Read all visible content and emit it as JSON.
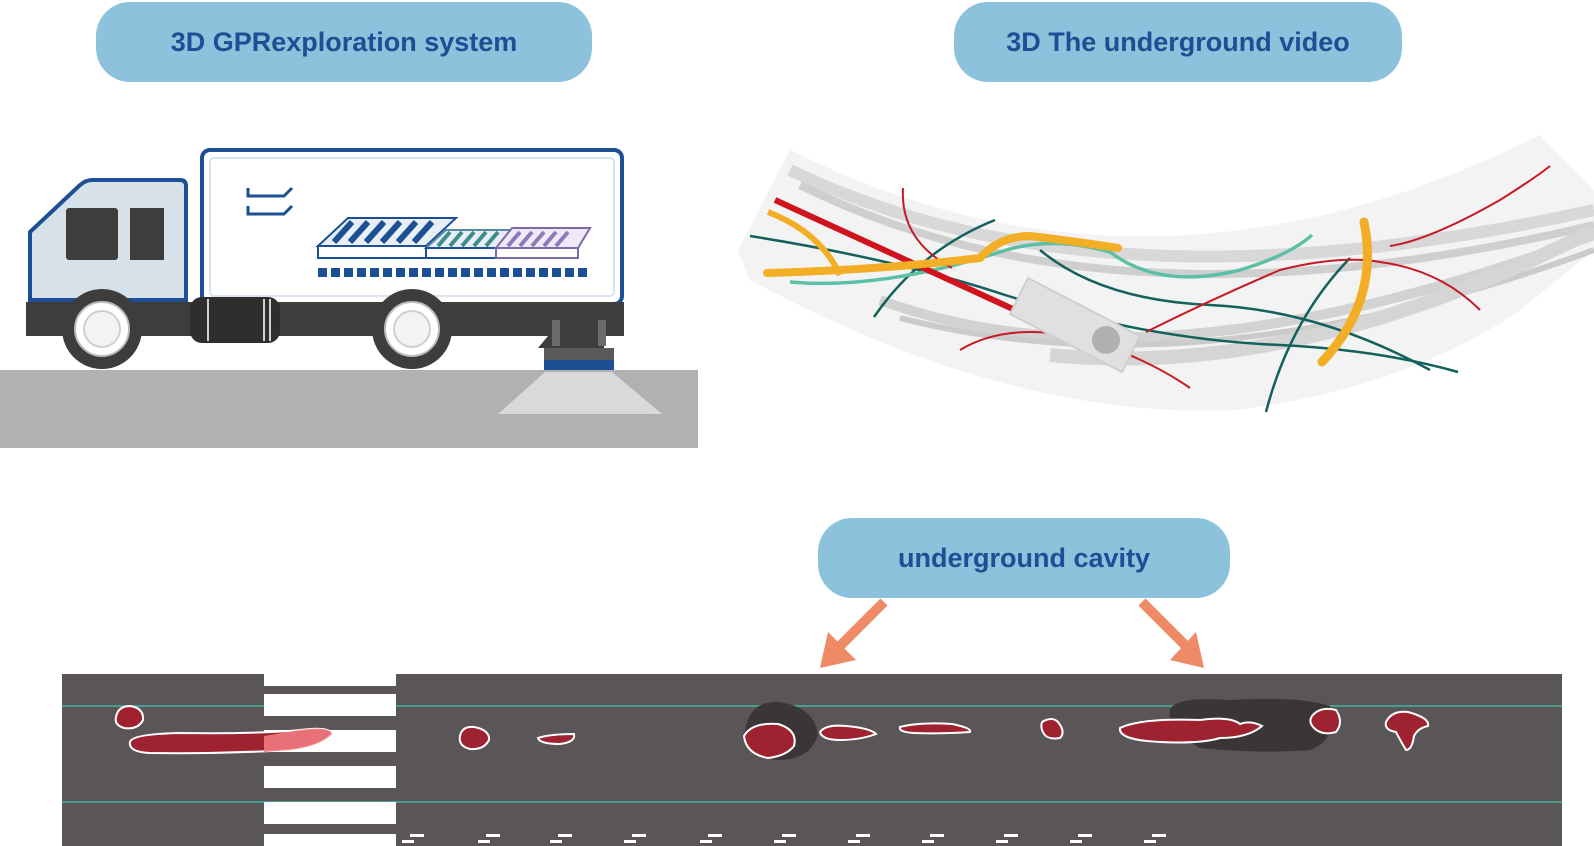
{
  "labels": {
    "gpr_system": "3D GPRexploration system",
    "underground_video": "3D The underground video",
    "underground_cavity": "underground cavity"
  },
  "colors": {
    "pill_bg": "#8cc2dc",
    "pill_text": "#1c4f93",
    "road_surface": "#5a5657",
    "ground": "#b1b1b1",
    "truck_outline": "#1c4f93",
    "cavity_red": "#9e2230",
    "arrow_orange": "#ee8b66",
    "pipe_orange": "#f2ae25",
    "pipe_red": "#d0141d",
    "pipe_teal": "#5bc0a6",
    "pipe_dark_green": "#13615c"
  },
  "icons": {
    "truck": "truck-icon",
    "antenna_array": "gpr-antenna-icon",
    "camera": "camera-icon"
  }
}
